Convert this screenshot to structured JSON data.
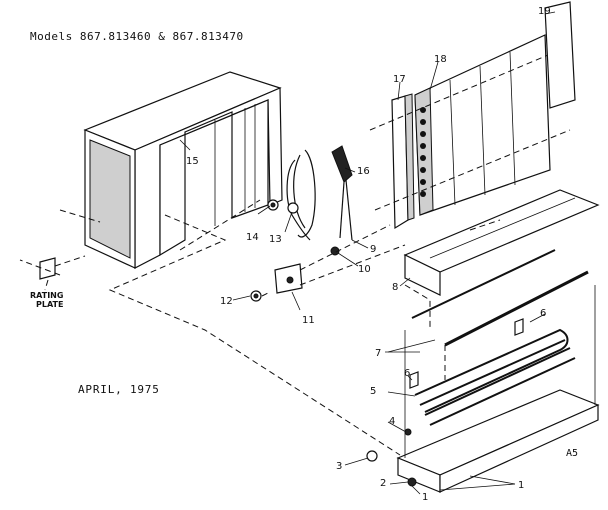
{
  "header": {
    "models": "Models 867.813460 & 867.813470"
  },
  "footer": {
    "date": "APRIL, 1975",
    "sheet": "A5"
  },
  "rating_plate": {
    "line1": "RATING",
    "line2": "PLATE"
  },
  "callouts": [
    "1",
    "1",
    "2",
    "3",
    "4",
    "5",
    "6",
    "6",
    "7",
    "8",
    "9",
    "10",
    "11",
    "12",
    "13",
    "14",
    "15",
    "16",
    "17",
    "18",
    "19"
  ]
}
